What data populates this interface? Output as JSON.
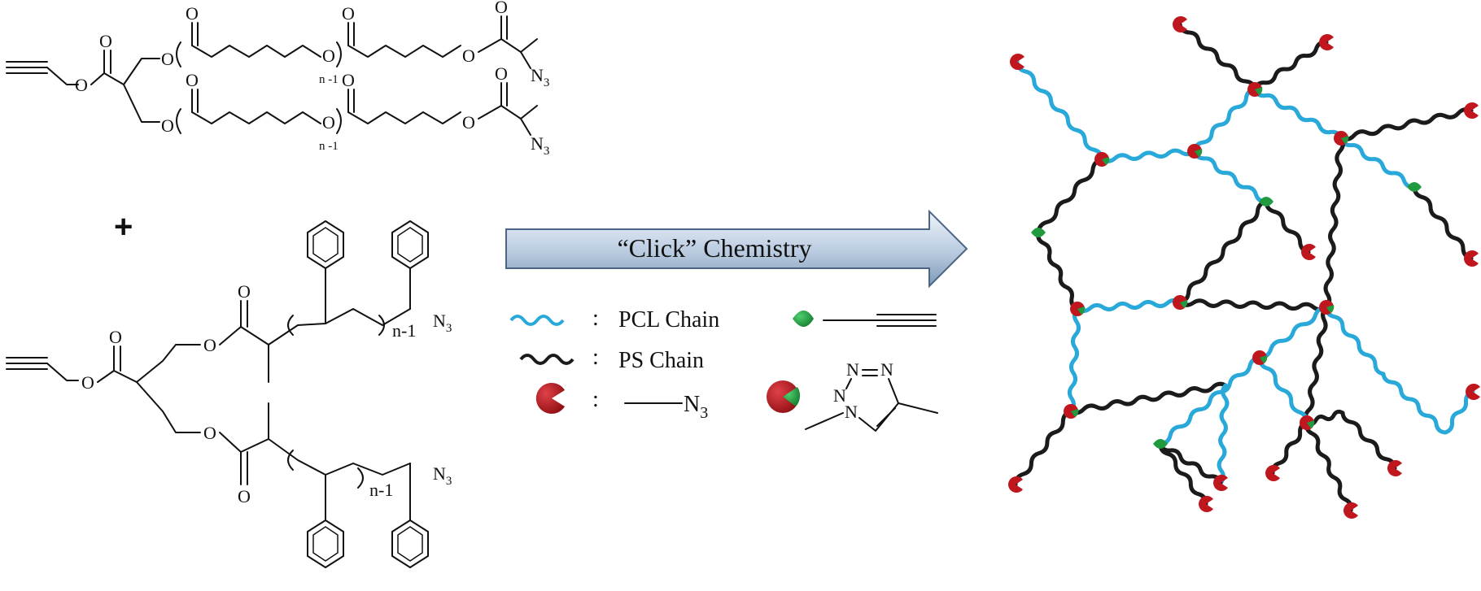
{
  "colors": {
    "pcl": "#29a9d9",
    "ps": "#1b1b1b",
    "azide_red": "#c0161e",
    "alkyne_green": "#1f9a3e",
    "arrow_fill_top": "#eef3fa",
    "arrow_fill_bottom": "#7e9ab8",
    "arrow_stroke": "#4a6585"
  },
  "scheme": {
    "plus": "+",
    "arrow_label": "“Click” Chemistry"
  },
  "atoms": {
    "O": "O",
    "N": "N",
    "N3": "N",
    "N3_sub": "3",
    "n1": "n -1",
    "n1_ps": "n-1"
  },
  "legend": {
    "colon": ":",
    "pcl_label": "PCL Chain",
    "ps_label": "PS Chain",
    "azide_text": "N",
    "azide_sub": "3",
    "pcl_icon": "wavy-line-blue",
    "ps_icon": "wavy-line-black",
    "azide_icon": "red-pacman",
    "alkyne_icon": "green-leaf",
    "triazole_icon": "red-green-circle"
  }
}
